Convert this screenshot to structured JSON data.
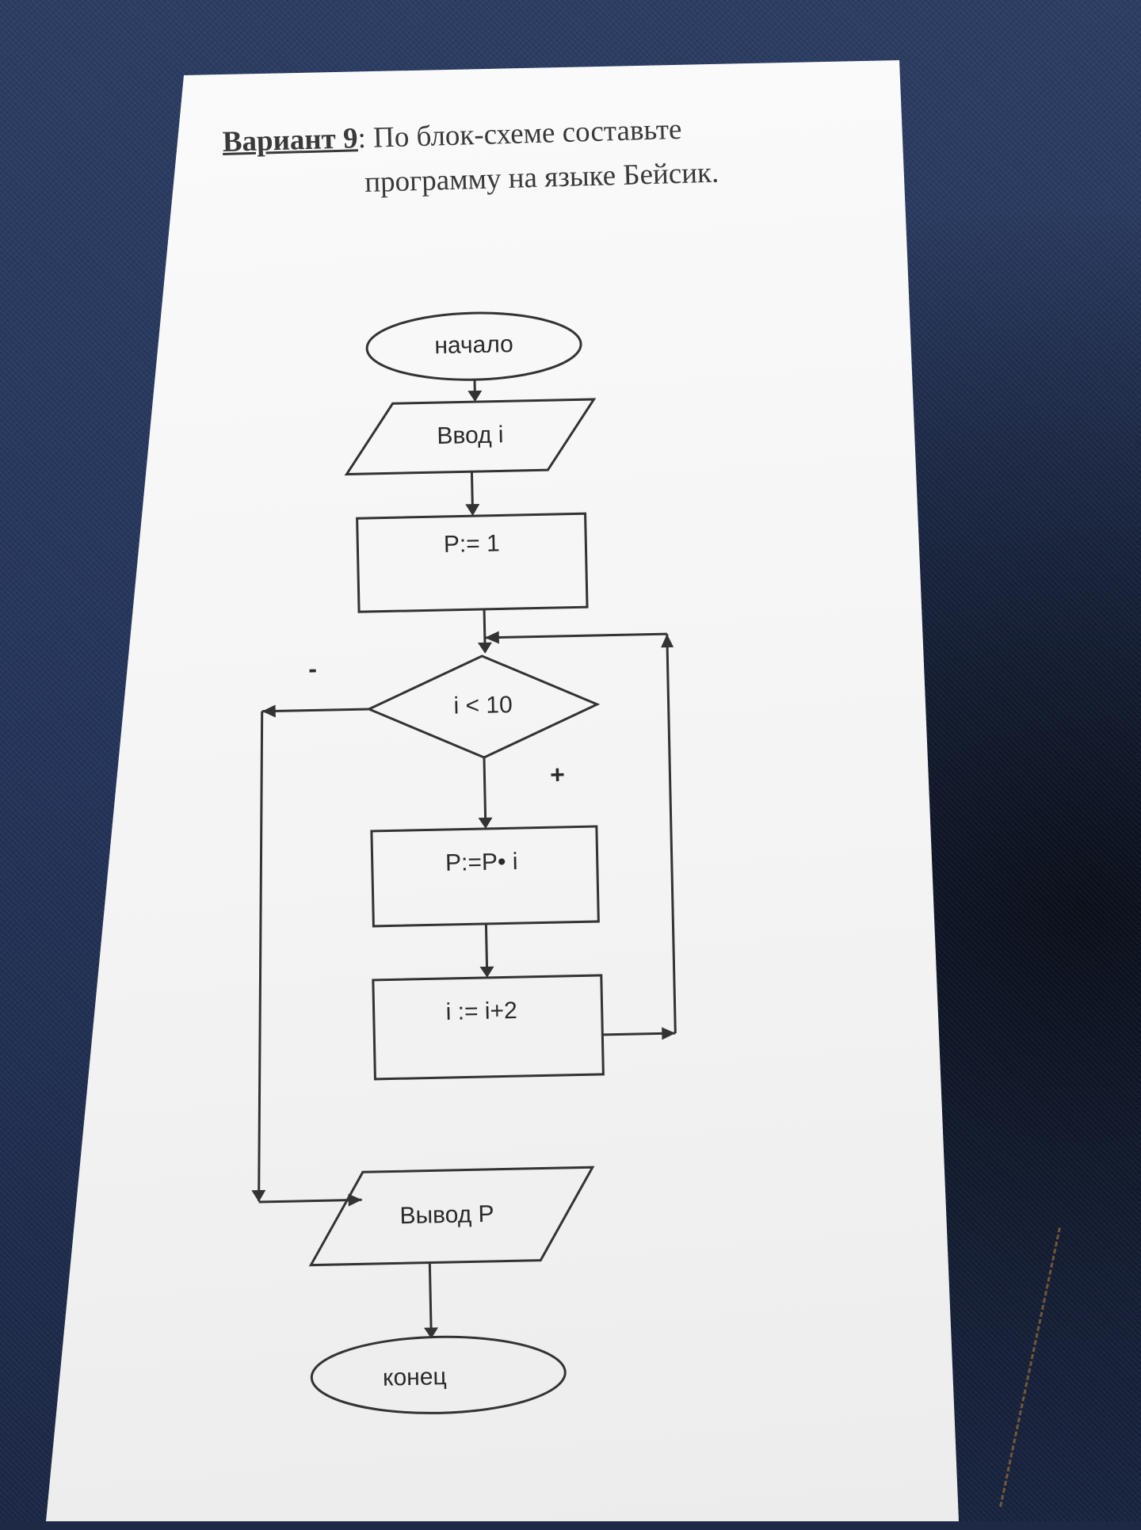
{
  "task": {
    "variant_label": "Вариант 9",
    "colon": ":",
    "line1": "По блок-схеме составьте",
    "line2": "программу на языке Бейсик."
  },
  "flowchart": {
    "start": "начало",
    "input": "Ввод i",
    "init": "P:= 1",
    "condition": "i < 10",
    "no_sign": "-",
    "yes_sign": "+",
    "multiply": "P:=P• i",
    "increment": "i := i+2",
    "output": "Вывод P",
    "end": "конец"
  }
}
